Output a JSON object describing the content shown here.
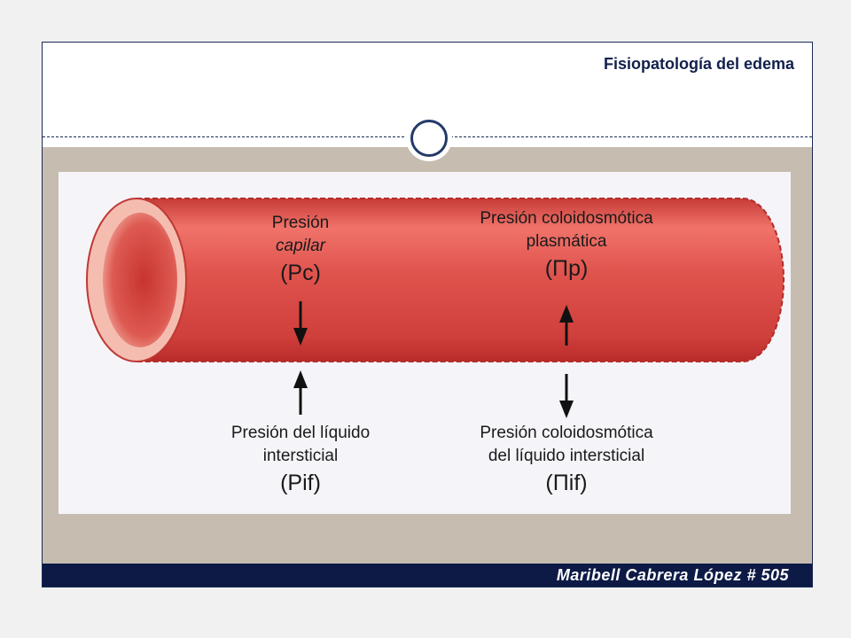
{
  "header": {
    "title": "Fisiopatología del edema"
  },
  "footer": {
    "author": "Maribell Cabrera López # 505"
  },
  "colors": {
    "navy": "#0c1a45",
    "vessel_red": "#e0544e",
    "vessel_dark": "#b92b2a",
    "slide_band": "#c6bcaf"
  },
  "diagram": {
    "capillary_pressure": {
      "line1": "Presión",
      "line2": "capilar",
      "symbol": "(Pc)",
      "direction": "down"
    },
    "plasma_oncotic": {
      "line1": "Presión coloidosmótica",
      "line2": "plasmática",
      "symbol": "(Πp)",
      "direction": "up"
    },
    "interstitial_pressure": {
      "line1": "Presión del líquido",
      "line2": "intersticial",
      "symbol": "(Pif)",
      "direction": "up"
    },
    "interstitial_oncotic": {
      "line1": "Presión coloidosmótica",
      "line2": "del líquido intersticial",
      "symbol": "(Πif)",
      "direction": "down"
    }
  }
}
